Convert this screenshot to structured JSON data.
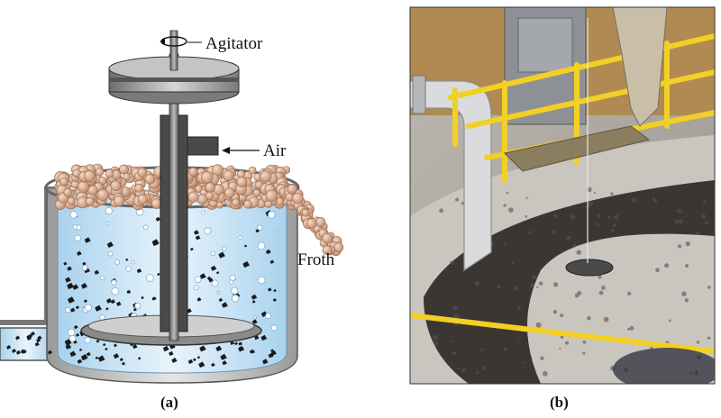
{
  "panel_a": {
    "labels": {
      "agitator": "Agitator",
      "air": "Air",
      "froth": "Froth"
    },
    "caption": "(a)"
  },
  "panel_b": {
    "caption": "(b)"
  },
  "colors": {
    "water": "#cfe6f5",
    "froth_bubble": "#d9a98a",
    "metal": "#8c8c8c",
    "photo_railing": "#f2d024",
    "photo_slurry": "#3b3632"
  }
}
